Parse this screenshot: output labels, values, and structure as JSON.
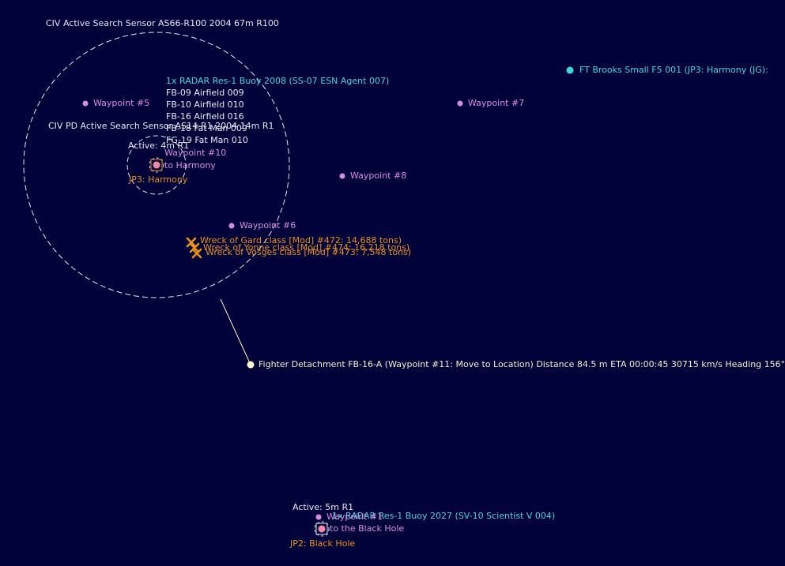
{
  "colors": {
    "background": "#02023a",
    "sensor_ring": "#e8e8f0",
    "waypoint": "#d98be0",
    "contact": "#3fd6e0",
    "wreck": "#e8901e",
    "fleet": "#fff8c8",
    "system": "#e8901e"
  },
  "sensors": {
    "civ_active": "CIV Active Search Sensor AS66-R100 2004  67m  R100",
    "civ_pd": "CIV PD Active Search Sensor AS14-R1 2004  14m  R1",
    "harmony_active": "Active: 4m  R1",
    "blackhole_active": "Active: 5m  R1"
  },
  "contacts": {
    "radar_buoy_2008": "1x RADAR Res-1 Buoy 2008 (SS-07 ESN Agent 007)",
    "ft_brooks": "FT Brooks Small F5 001  (JP3: Harmony (JG):",
    "radar_buoy_2027": "1x RADAR Res-1 Buoy 2027 (SV-10 Scientist V 004)"
  },
  "fleets": [
    "FB-09 Airfield 009",
    "FB-10 Airfield 010",
    "FB-16 Airfield 016",
    "FB-18 Fat Man 009",
    "FG-19 Fat Man 010"
  ],
  "waypoints": {
    "w5": "Waypoint #5",
    "w7": "Waypoint #7",
    "w8": "Waypoint #8",
    "w6": "Waypoint #6",
    "w10": "Waypoint #10",
    "w10_sub": "to Harmony",
    "w1": "Waypoint #1",
    "w1_sub": "to the Black Hole"
  },
  "jump_points": {
    "harmony": "JP3: Harmony",
    "black_hole": "JP2: Black Hole"
  },
  "wrecks": [
    "Wreck of Gard class [Mod] #472: 14,688 tons)",
    "Wreck of Yonne class [Mod] #474: 16,218 tons)",
    "Wreck of Vosges class [Mod] #473: 7,548 tons)"
  ],
  "detachment": {
    "label": "Fighter Detachment FB-16-A  (Waypoint #11: Move to Location)    Distance 84.5 m    ETA 00:00:45    30715 km/s   Heading 156°"
  }
}
